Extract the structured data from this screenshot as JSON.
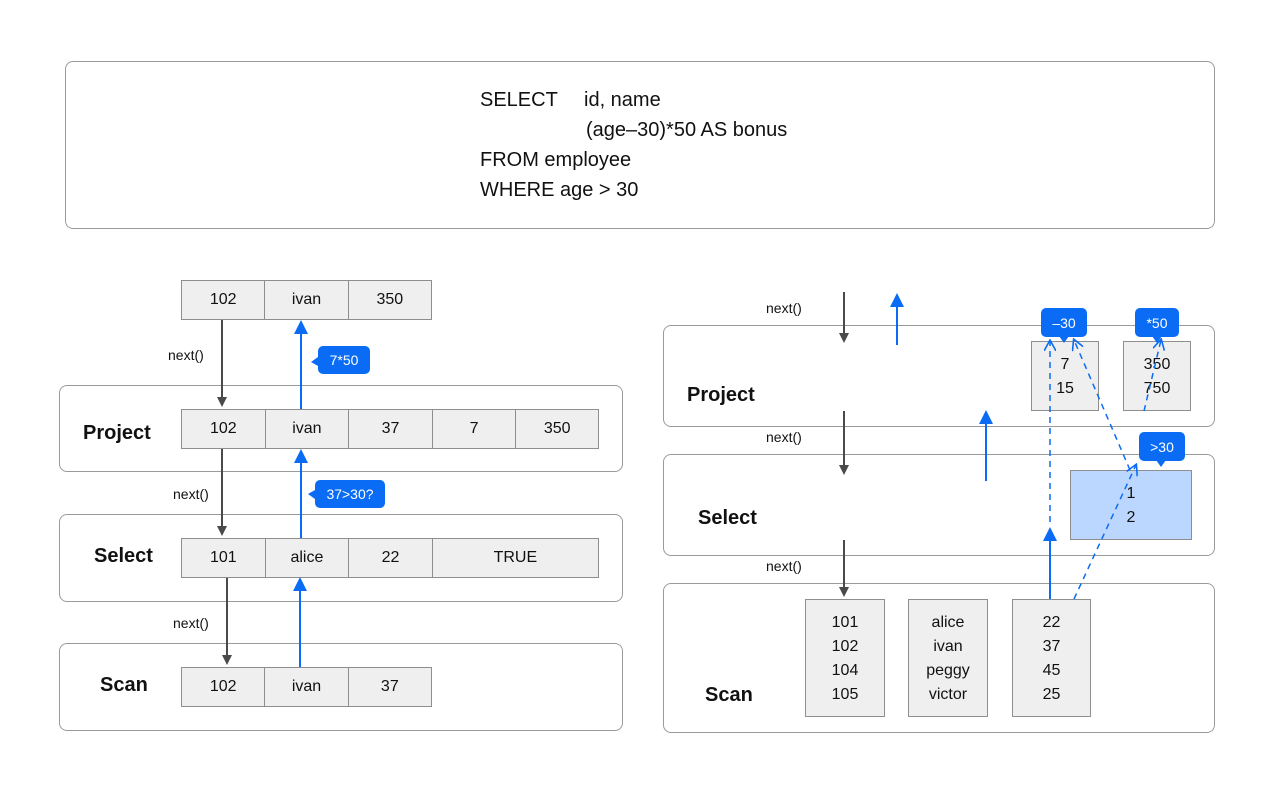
{
  "sql": {
    "select_kw": "SELECT",
    "select_cols": "id, name",
    "select_expr": "(age–30)*50 AS bonus",
    "from_clause": "FROM employee",
    "where_clause": "WHERE age > 30"
  },
  "next_label": "next()",
  "left": {
    "operators": {
      "project": "Project",
      "select": "Select",
      "scan": "Scan"
    },
    "output_row": [
      "102",
      "ivan",
      "350"
    ],
    "project_row": [
      "102",
      "ivan",
      "37",
      "7",
      "350"
    ],
    "select_row": [
      "101",
      "alice",
      "22",
      "TRUE"
    ],
    "scan_row": [
      "102",
      "ivan",
      "37"
    ],
    "tags": {
      "multiply": "7*50",
      "compare": "37>30?"
    }
  },
  "right": {
    "operators": {
      "project": "Project",
      "select": "Select",
      "scan": "Scan"
    },
    "scan_columns": {
      "ids": [
        "101",
        "102",
        "104",
        "105"
      ],
      "names": [
        "alice",
        "ivan",
        "peggy",
        "victor"
      ],
      "ages": [
        "22",
        "37",
        "45",
        "25"
      ]
    },
    "select_column": [
      "1",
      "2"
    ],
    "project_minus_column": [
      "7",
      "15"
    ],
    "project_times_column": [
      "350",
      "750"
    ],
    "tags": {
      "minus": "–30",
      "times": "*50",
      "greater": ">30"
    }
  },
  "colors": {
    "accent": "#0a6cf5",
    "arrow_dark": "#4a4a4a",
    "highlight_fill": "#bcd7ff",
    "cell_fill": "#efefef"
  },
  "icons": {
    "arrow_down": "pull-arrow-icon",
    "arrow_up": "push-arrow-icon"
  }
}
